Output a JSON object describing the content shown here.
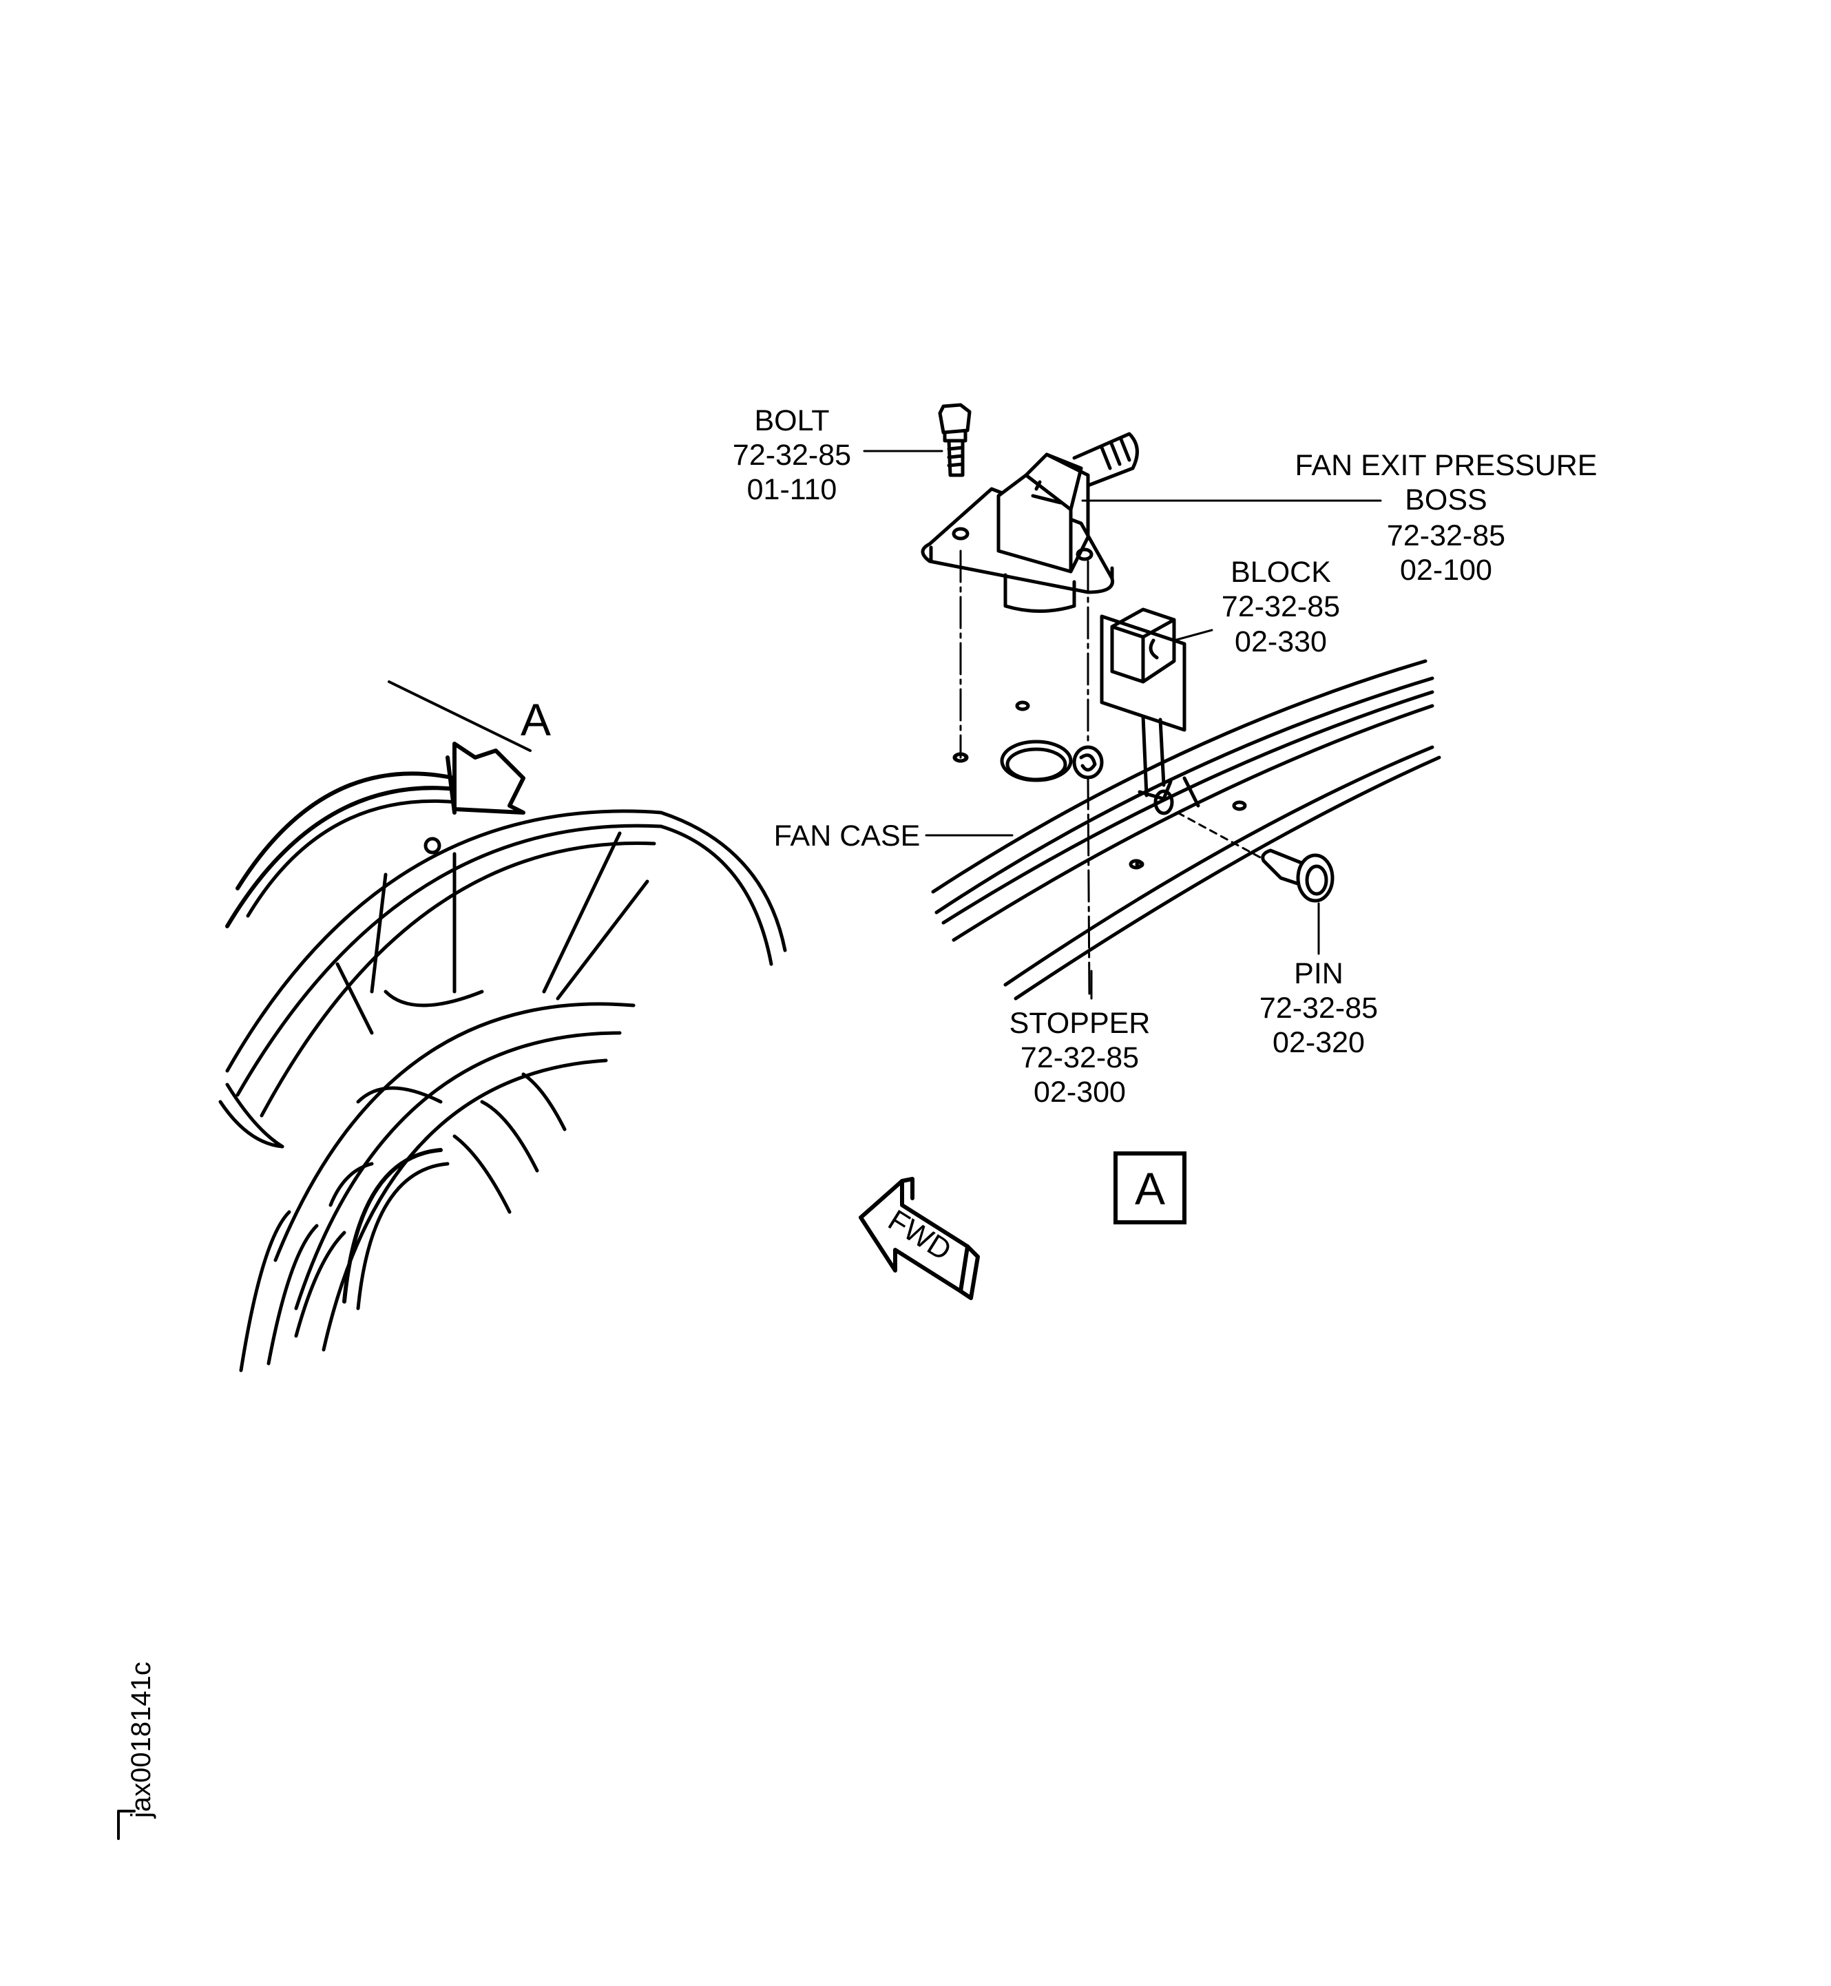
{
  "parts": {
    "bolt": {
      "name": "BOLT",
      "ref": "72-32-85",
      "item": "01-110"
    },
    "fan_exit_boss": {
      "name_line1": "FAN EXIT PRESSURE",
      "name_line2": "BOSS",
      "ref": "72-32-85",
      "item": "02-100"
    },
    "block": {
      "name": "BLOCK",
      "ref": "72-32-85",
      "item": "02-330"
    },
    "fan_case": {
      "name": "FAN CASE"
    },
    "pin": {
      "name": "PIN",
      "ref": "72-32-85",
      "item": "02-320"
    },
    "stopper": {
      "name": "STOPPER",
      "ref": "72-32-85",
      "item": "02-300"
    }
  },
  "view_marker": {
    "arrow_label": "A",
    "box_label": "A"
  },
  "direction": {
    "label": "FWD"
  },
  "figure_id": "jax0018141c",
  "colors": {
    "ink": "#000000",
    "paper": "#ffffff"
  }
}
